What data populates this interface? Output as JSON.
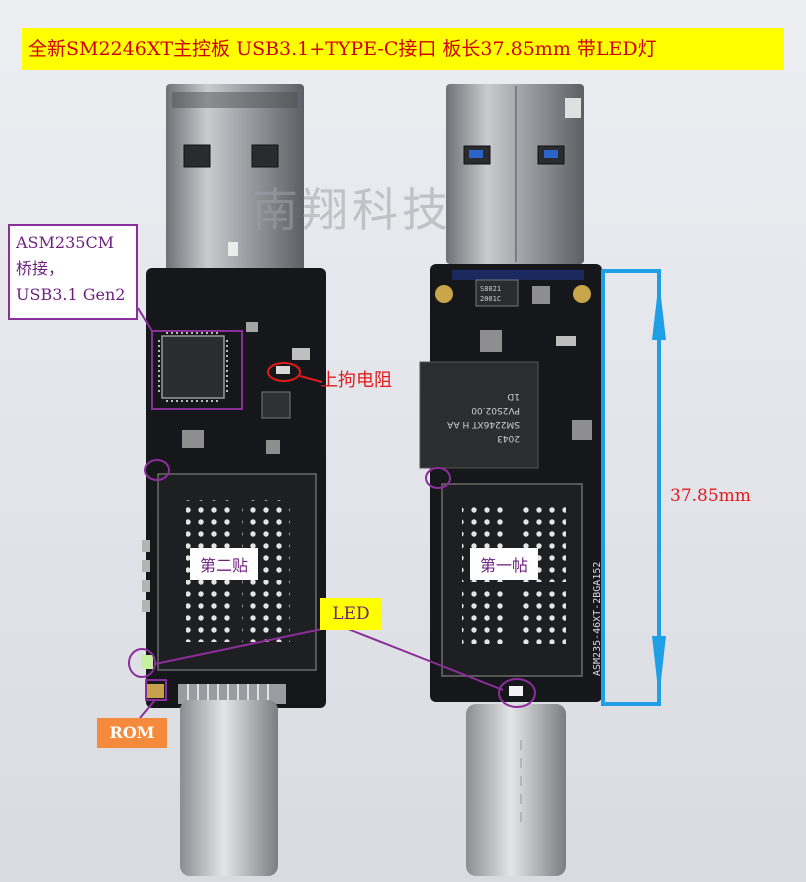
{
  "banner": {
    "title": "全新SM2246XT主控板 USB3.1+TYPE-C接口 板长37.85mm 带LED灯"
  },
  "watermark": {
    "text": "南翔科技"
  },
  "labels": {
    "bridge": {
      "line1": "ASM235CM",
      "line2": "桥接，",
      "line3": "USB3.1 Gen2"
    },
    "pull_up_resistor": "上拘电阻",
    "second_slot": "第二贴",
    "first_slot": "第一帖",
    "led": "LED",
    "rom": "ROM",
    "board_length": "37.85mm"
  },
  "chip_markings": {
    "controller_lines": [
      "1D",
      "PV2S02.00",
      "SM2246XT H AA",
      "2043"
    ],
    "side_text": "ASM235-46XT-2BGA152",
    "small_chip": "S8021\n2001C"
  },
  "colors": {
    "banner_bg": "#ffff00",
    "banner_text": "#d10000",
    "annotation_purple": "#8a2f9a",
    "dimension_blue": "#1fa0e6",
    "red_text": "#e11b1b",
    "rom_bg": "#f58a3c",
    "pcb": "#16171a"
  }
}
